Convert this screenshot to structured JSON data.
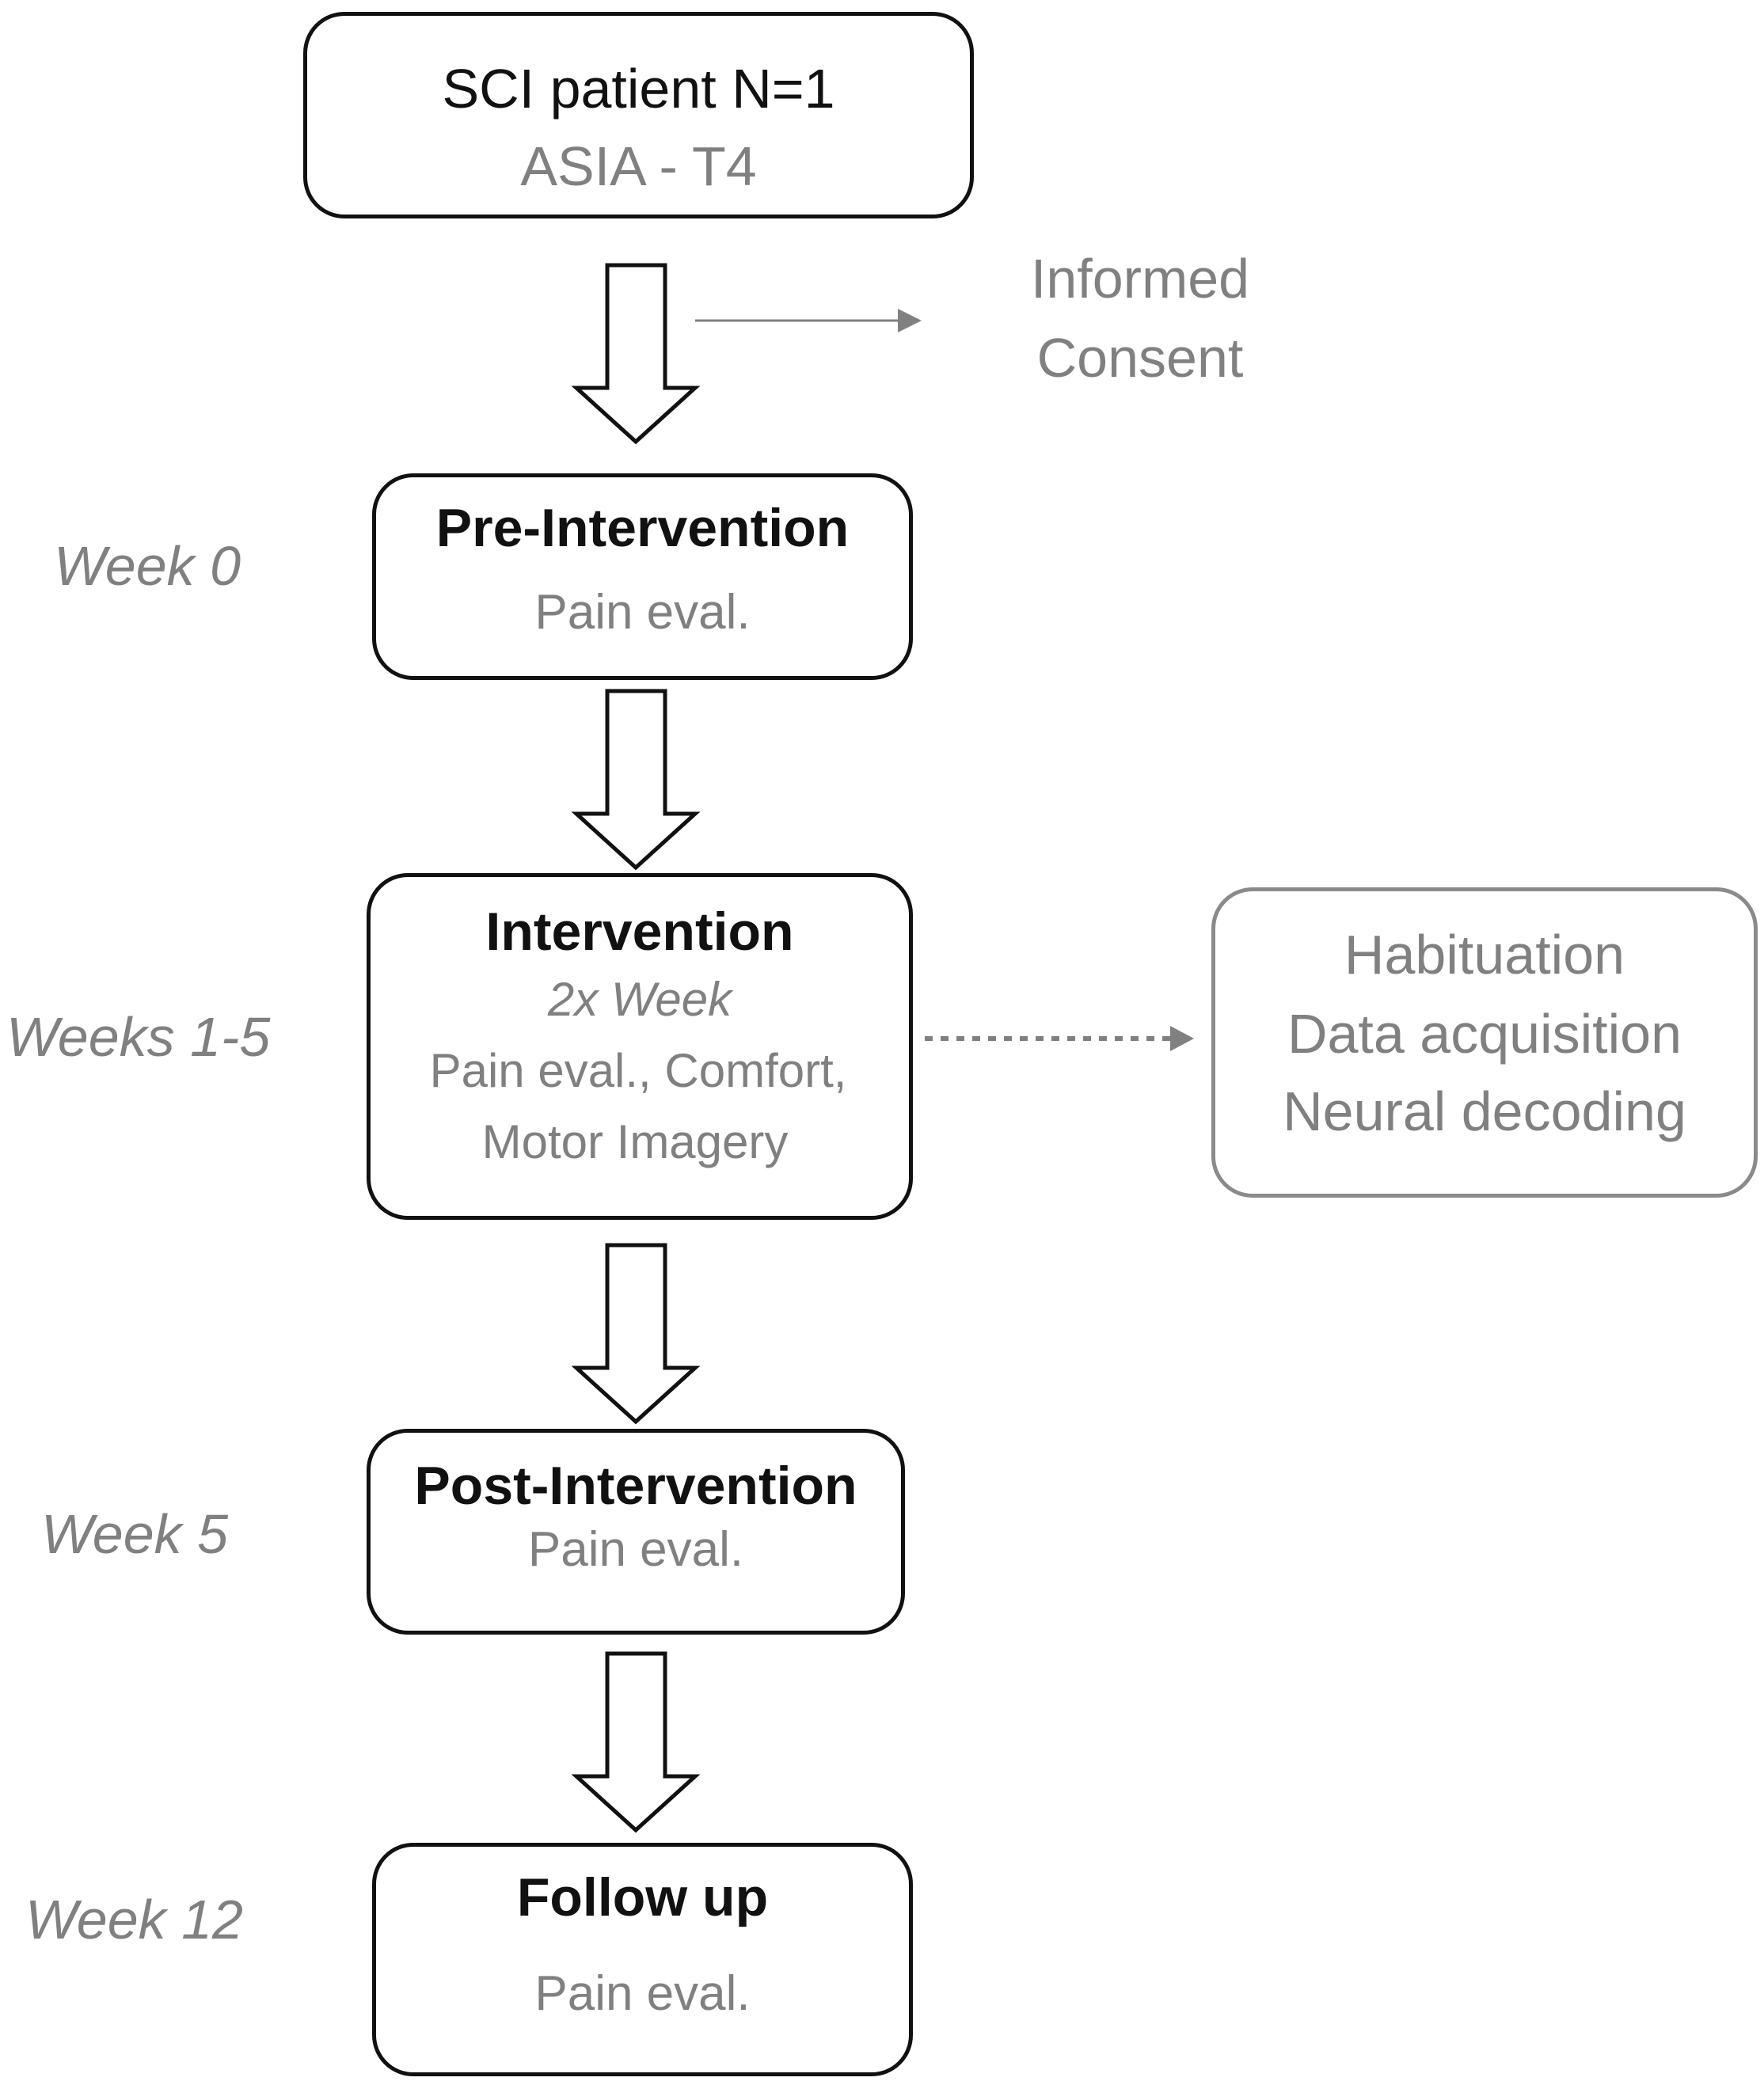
{
  "start": {
    "title": "SCI patient N=1",
    "subtitle": "ASIA - T4"
  },
  "consent": {
    "line1": "Informed",
    "line2": "Consent"
  },
  "pre": {
    "week": "Week 0",
    "title": "Pre-Intervention",
    "detail": "Pain eval."
  },
  "intervention": {
    "week": "Weeks 1-5",
    "title": "Intervention",
    "frequency": "2x Week",
    "detail1": "Pain eval., Comfort,",
    "detail2": "Motor Imagery"
  },
  "session": {
    "line1": "Habituation",
    "line2": "Data acquisition",
    "line3": "Neural decoding"
  },
  "post": {
    "week": "Week 5",
    "title": "Post-Intervention",
    "detail": "Pain eval."
  },
  "followup": {
    "week": "Week 12",
    "title": "Follow up",
    "detail": "Pain eval."
  },
  "colors": {
    "dark": "#111111",
    "muted": "#808080",
    "grey_border": "#8a8a8a"
  }
}
